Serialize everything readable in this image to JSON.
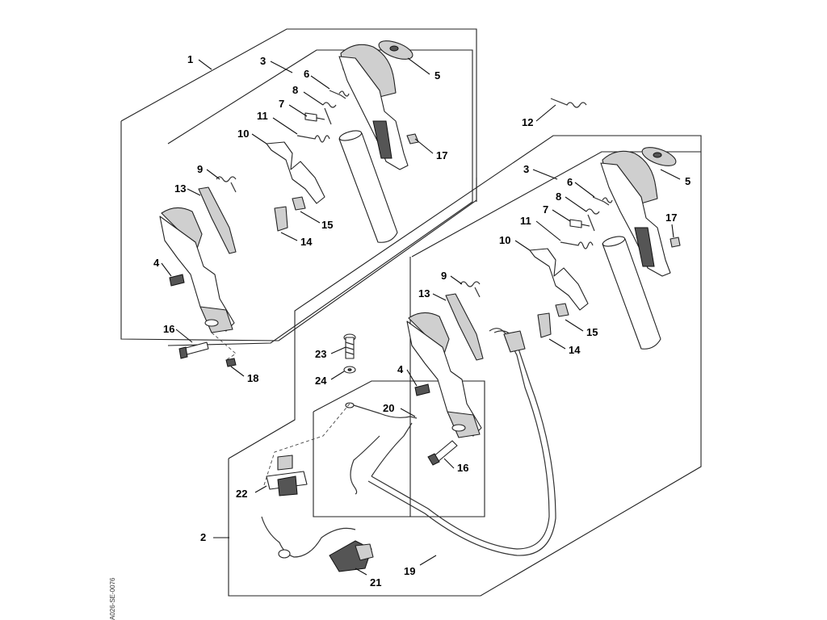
{
  "document_id": "A026-SE-0076",
  "callouts": {
    "c1": "1",
    "c2": "2",
    "a3": "3",
    "a4": "4",
    "a5": "5",
    "a6": "6",
    "a7": "7",
    "a8": "8",
    "a9": "9",
    "a10": "10",
    "a11": "11",
    "a13": "13",
    "a14": "14",
    "a15": "15",
    "a16": "16",
    "a17": "17",
    "a18": "18",
    "c12": "12",
    "b3": "3",
    "b4": "4",
    "b5": "5",
    "b6": "6",
    "b7": "7",
    "b8": "8",
    "b9": "9",
    "b10": "10",
    "b11": "11",
    "b13": "13",
    "b14": "14",
    "b15": "15",
    "b16": "16",
    "b17": "17",
    "c19": "19",
    "c20": "20",
    "c21": "21",
    "c22": "22",
    "c23": "23",
    "c24": "24"
  },
  "colors": {
    "line": "#222222",
    "shade": "#cfcfcf",
    "background": "#ffffff"
  }
}
